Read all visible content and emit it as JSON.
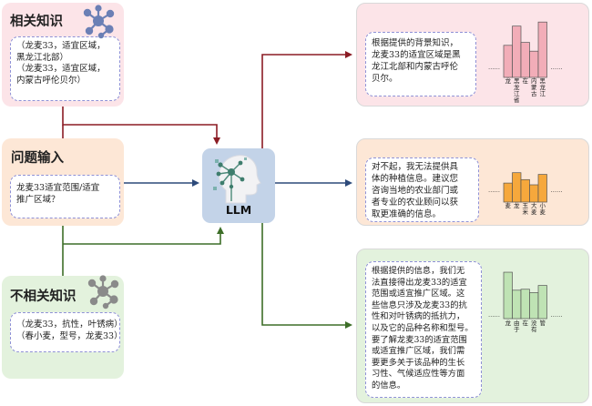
{
  "relevant": {
    "title": "相关知识",
    "icon": "network-nodes-icon",
    "lines": [
      "（龙麦33，适宜区域，",
      "黑龙江北部）",
      "（龙麦33，适宜区域，",
      "内蒙古呼伦贝尔）"
    ]
  },
  "question": {
    "title": "问题输入",
    "lines": [
      "龙麦33适宜范围/适宜",
      "推广区域？"
    ]
  },
  "irrelevant": {
    "title": "不相关知识",
    "icon": "network-nodes-icon",
    "lines": [
      "（龙麦33，抗性，叶锈病）",
      "（春小麦，型号，龙麦33）"
    ]
  },
  "llm": {
    "label": "LLM",
    "icon": "ai-head-icon"
  },
  "outputs": [
    {
      "lines": [
        "根据提供的背景知识，",
        "龙麦33的适宜区域是黑",
        "龙江北部和内蒙古呼伦",
        "贝尔。"
      ],
      "color": "#f2adb8",
      "bars": [
        0.55,
        0.88,
        0.6,
        0.45,
        0.95
      ],
      "labels": [
        "龙",
        "黑龙江省",
        "在",
        "内蒙古",
        "黑龙江"
      ]
    },
    {
      "lines": [
        "对不起，我无法提供具",
        "体的种植信息。建议您",
        "咨询当地的农业部门或",
        "者专业的农业顾问以获",
        "取更准确的信息。"
      ],
      "color": "#f6a83c",
      "bars": [
        0.55,
        0.85,
        0.65,
        0.5,
        0.8
      ],
      "labels": [
        "麦",
        "龙",
        "玉米",
        "大麦",
        "小麦"
      ]
    },
    {
      "lines": [
        "根据提供的信息，我们无",
        "法直接得出龙麦33的适宜",
        "范围或适宜推广区域。这",
        "些信息只涉及龙麦33的抗",
        "性和对叶锈病的抵抗力，",
        "以及它的品种名称和型号。",
        "要了解龙麦33的适宜范围",
        "或适宜推广区域，我们需",
        "要更多关于该品种的生长",
        "习性、气候适应性等方面",
        "的信息。"
      ],
      "color": "#bfe3b4",
      "bars": [
        0.98,
        0.6,
        0.62,
        0.55,
        0.7
      ],
      "labels": [
        "龙",
        "由于",
        "在",
        "没有",
        "管"
      ]
    }
  ],
  "colors": {
    "pink_bg": "#fce4e8",
    "peach_bg": "#fde7d6",
    "green_bg": "#e3f2dd",
    "output_border": "#d9d9d9",
    "arrow_red": "#8b1c24",
    "arrow_blue": "#2d4a7a",
    "arrow_green": "#3d6e28"
  }
}
